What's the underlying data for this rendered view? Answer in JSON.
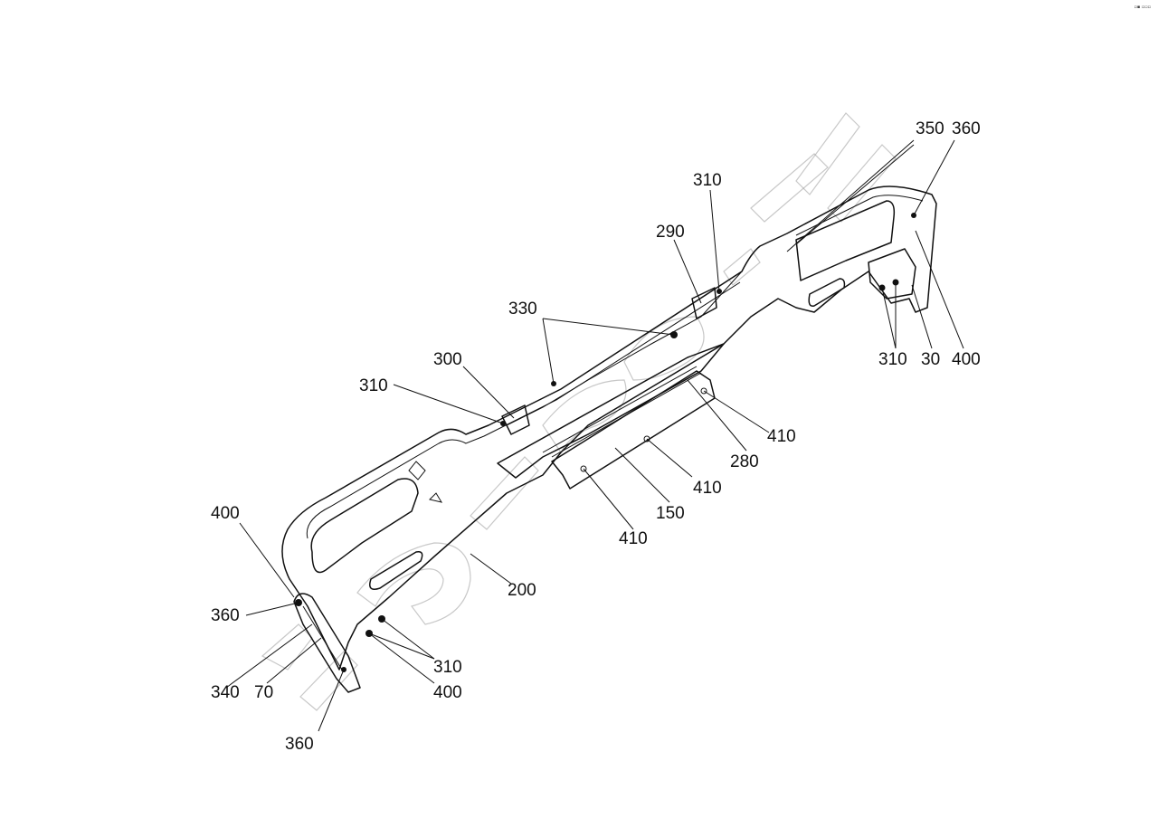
{
  "diagram": {
    "type": "exploded-parts-diagram",
    "subject": "bumper assembly",
    "watermark_text": "zap-2am.ru",
    "labels": [
      {
        "id": "lbl-350",
        "text": "350"
      },
      {
        "id": "lbl-360-top",
        "text": "360"
      },
      {
        "id": "lbl-310-top",
        "text": "310"
      },
      {
        "id": "lbl-290",
        "text": "290"
      },
      {
        "id": "lbl-330",
        "text": "330"
      },
      {
        "id": "lbl-300",
        "text": "300"
      },
      {
        "id": "lbl-310-left",
        "text": "310"
      },
      {
        "id": "lbl-310-right",
        "text": "310"
      },
      {
        "id": "lbl-30",
        "text": "30"
      },
      {
        "id": "lbl-400-right",
        "text": "400"
      },
      {
        "id": "lbl-410-a",
        "text": "410"
      },
      {
        "id": "lbl-280",
        "text": "280"
      },
      {
        "id": "lbl-410-b",
        "text": "410"
      },
      {
        "id": "lbl-150",
        "text": "150"
      },
      {
        "id": "lbl-410-c",
        "text": "410"
      },
      {
        "id": "lbl-400-left",
        "text": "400"
      },
      {
        "id": "lbl-200",
        "text": "200"
      },
      {
        "id": "lbl-360-left",
        "text": "360"
      },
      {
        "id": "lbl-310-bottom",
        "text": "310"
      },
      {
        "id": "lbl-340",
        "text": "340"
      },
      {
        "id": "lbl-70",
        "text": "70"
      },
      {
        "id": "lbl-400-bottom",
        "text": "400"
      },
      {
        "id": "lbl-360-bottom",
        "text": "360"
      }
    ]
  }
}
